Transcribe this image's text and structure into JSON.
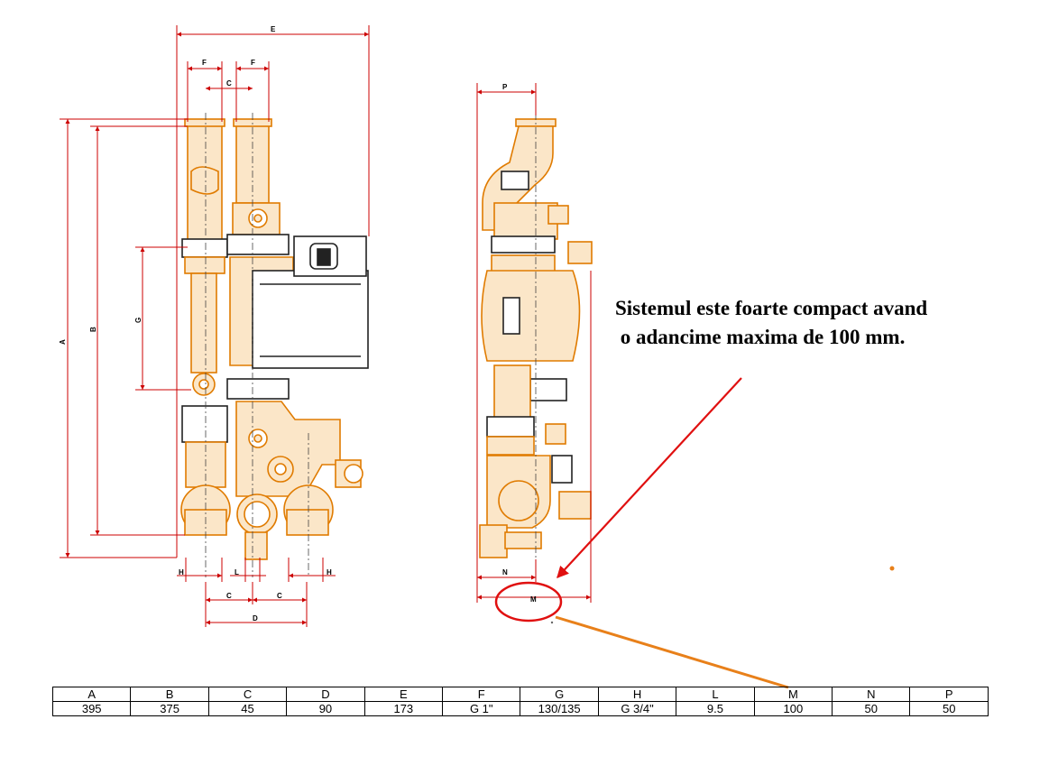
{
  "dimension_letters": {
    "front": [
      "E",
      "F",
      "F",
      "C",
      "A",
      "B",
      "G",
      "H",
      "L",
      "H",
      "C",
      "C",
      "D"
    ],
    "side": [
      "P",
      "N",
      "M"
    ]
  },
  "note": {
    "line1": "Sistemul este foarte compact avand",
    "line2": " o adancime maxima de 100 mm."
  },
  "table": {
    "headers": [
      "A",
      "B",
      "C",
      "D",
      "E",
      "F",
      "G",
      "H",
      "L",
      "M",
      "N",
      "P"
    ],
    "values": [
      "395",
      "375",
      "45",
      "90",
      "173",
      "G 1\"",
      "130/135",
      "G 3/4\"",
      "9.5",
      "100",
      "50",
      "50"
    ]
  },
  "colors": {
    "outline": "#e07b00",
    "fill": "#fbe6c8",
    "dim_line": "#cc0000",
    "arrow_red": "#e01010",
    "arrow_orange": "#e8801a"
  }
}
